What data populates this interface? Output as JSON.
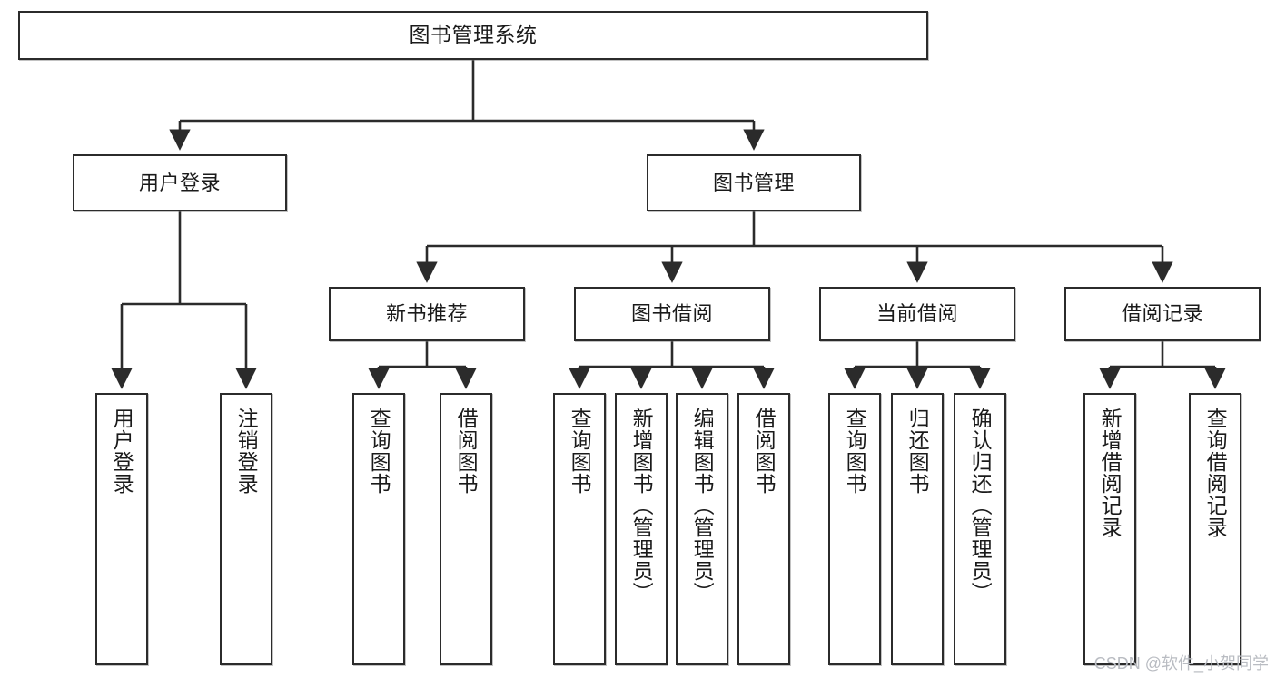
{
  "diagram": {
    "title": "图书管理系统",
    "type": "tree-hierarchy-diagram",
    "colors": {
      "box_border": "#2b2b2b",
      "box_fill": "#ffffff",
      "edge": "#2b2b2b",
      "text": "#1a1a1a",
      "watermark": "#b9bcc2"
    },
    "root": {
      "label": "图书管理系统"
    },
    "level2": [
      {
        "label": "用户登录"
      },
      {
        "label": "图书管理"
      }
    ],
    "level3": [
      {
        "label": "新书推荐"
      },
      {
        "label": "图书借阅"
      },
      {
        "label": "当前借阅"
      },
      {
        "label": "借阅记录"
      }
    ],
    "leaves": {
      "user_login": [
        {
          "label": "用户登录"
        },
        {
          "label": "注销登录"
        }
      ],
      "new_book_recommend": [
        {
          "label": "查询图书"
        },
        {
          "label": "借阅图书"
        }
      ],
      "book_borrow": [
        {
          "label": "查询图书"
        },
        {
          "label": "新增图书（管理员）"
        },
        {
          "label": "编辑图书（管理员）"
        },
        {
          "label": "借阅图书"
        }
      ],
      "current_borrow": [
        {
          "label": "查询图书"
        },
        {
          "label": "归还图书"
        },
        {
          "label": "确认归还（管理员）"
        }
      ],
      "borrow_record": [
        {
          "label": "新增借阅记录"
        },
        {
          "label": "查询借阅记录"
        }
      ]
    }
  },
  "watermark": {
    "text": "CSDN @软件_小贺同学"
  }
}
